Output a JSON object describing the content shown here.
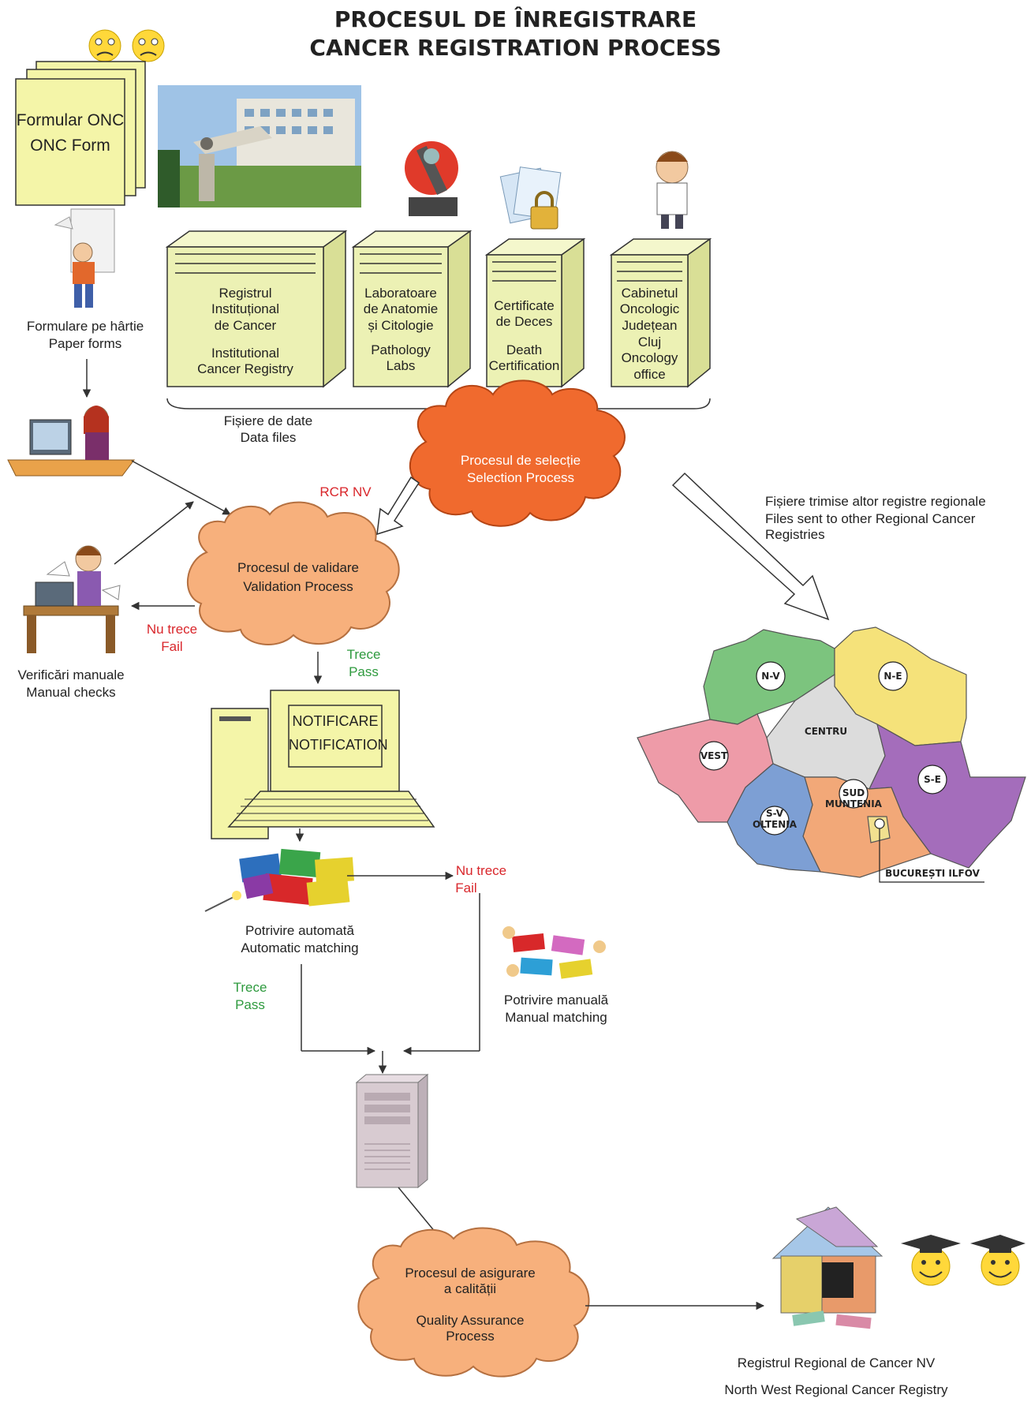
{
  "title": {
    "ro": "PROCESUL DE ÎNREGISTRARE",
    "en": "CANCER REGISTRATION PROCESS"
  },
  "onc_form": {
    "ro": "Formular ONC",
    "en": "ONC Form"
  },
  "paper_forms": {
    "ro": "Formulare pe hârtie",
    "en": "Paper forms"
  },
  "sources": [
    {
      "ro": "Registrul\nInstituțional\nde Cancer",
      "en": "Institutional\nCancer Registry"
    },
    {
      "ro": "Laboratoare\nde Anatomie\nși Citologie",
      "en": "Pathology\nLabs"
    },
    {
      "ro": "Certificate\nde Deces",
      "en": "Death\nCertification"
    },
    {
      "ro": "Cabinetul\nOncologic\nJudețean",
      "en": "Cluj\nOncology\noffice"
    }
  ],
  "data_files": {
    "ro": "Fișiere de date",
    "en": "Data files"
  },
  "selection": {
    "ro": "Procesul de selecție",
    "en": "Selection Process"
  },
  "rcr_nv": "RCR NV",
  "validation": {
    "ro": "Procesul de validare",
    "en": "Validation Process"
  },
  "fail_label": {
    "ro": "Nu trece",
    "en": "Fail"
  },
  "pass_label": {
    "ro": "Trece",
    "en": "Pass"
  },
  "manual_checks": {
    "ro": "Verificări manuale",
    "en": "Manual checks"
  },
  "notification": {
    "ro": "NOTIFICARE",
    "en": "NOTIFICATION"
  },
  "auto_matching": {
    "ro": "Potrivire automată",
    "en": "Automatic matching"
  },
  "manual_matching": {
    "ro": "Potrivire manuală",
    "en": "Manual matching"
  },
  "files_sent": {
    "ro": "Fișiere trimise altor registre regionale",
    "en": "Files sent to other Regional Cancer Registries"
  },
  "quality": {
    "ro": "Procesul de asigurare\na calității",
    "en": "Quality Assurance\nProcess"
  },
  "final": {
    "ro": "Registrul Regional de Cancer NV",
    "en": "North West Regional Cancer Registry"
  },
  "map_regions": {
    "nv": "N-V",
    "ne": "N-E",
    "centru": "CENTRU",
    "vest": "VEST",
    "se": "S-E",
    "sud": "SUD\nMUNTENIA",
    "sv": "S-V\nOLTENIA",
    "buc": "BUCUREȘTI ILFOV"
  },
  "colors": {
    "form": "#f4f5a8",
    "box": "#ecf1b4",
    "selection_cloud": "#f06a2e",
    "validation_cloud": "#f7b07c",
    "qa_cloud": "#f7b07c",
    "nv": "#7cc47e",
    "ne": "#f5e27a",
    "centru": "#dcdcdc",
    "vest": "#ee9ba8",
    "se": "#a46dbb",
    "sud": "#f2a878",
    "sv": "#7d9fd4",
    "fail": "#d9262b",
    "pass": "#2e9a3e"
  }
}
